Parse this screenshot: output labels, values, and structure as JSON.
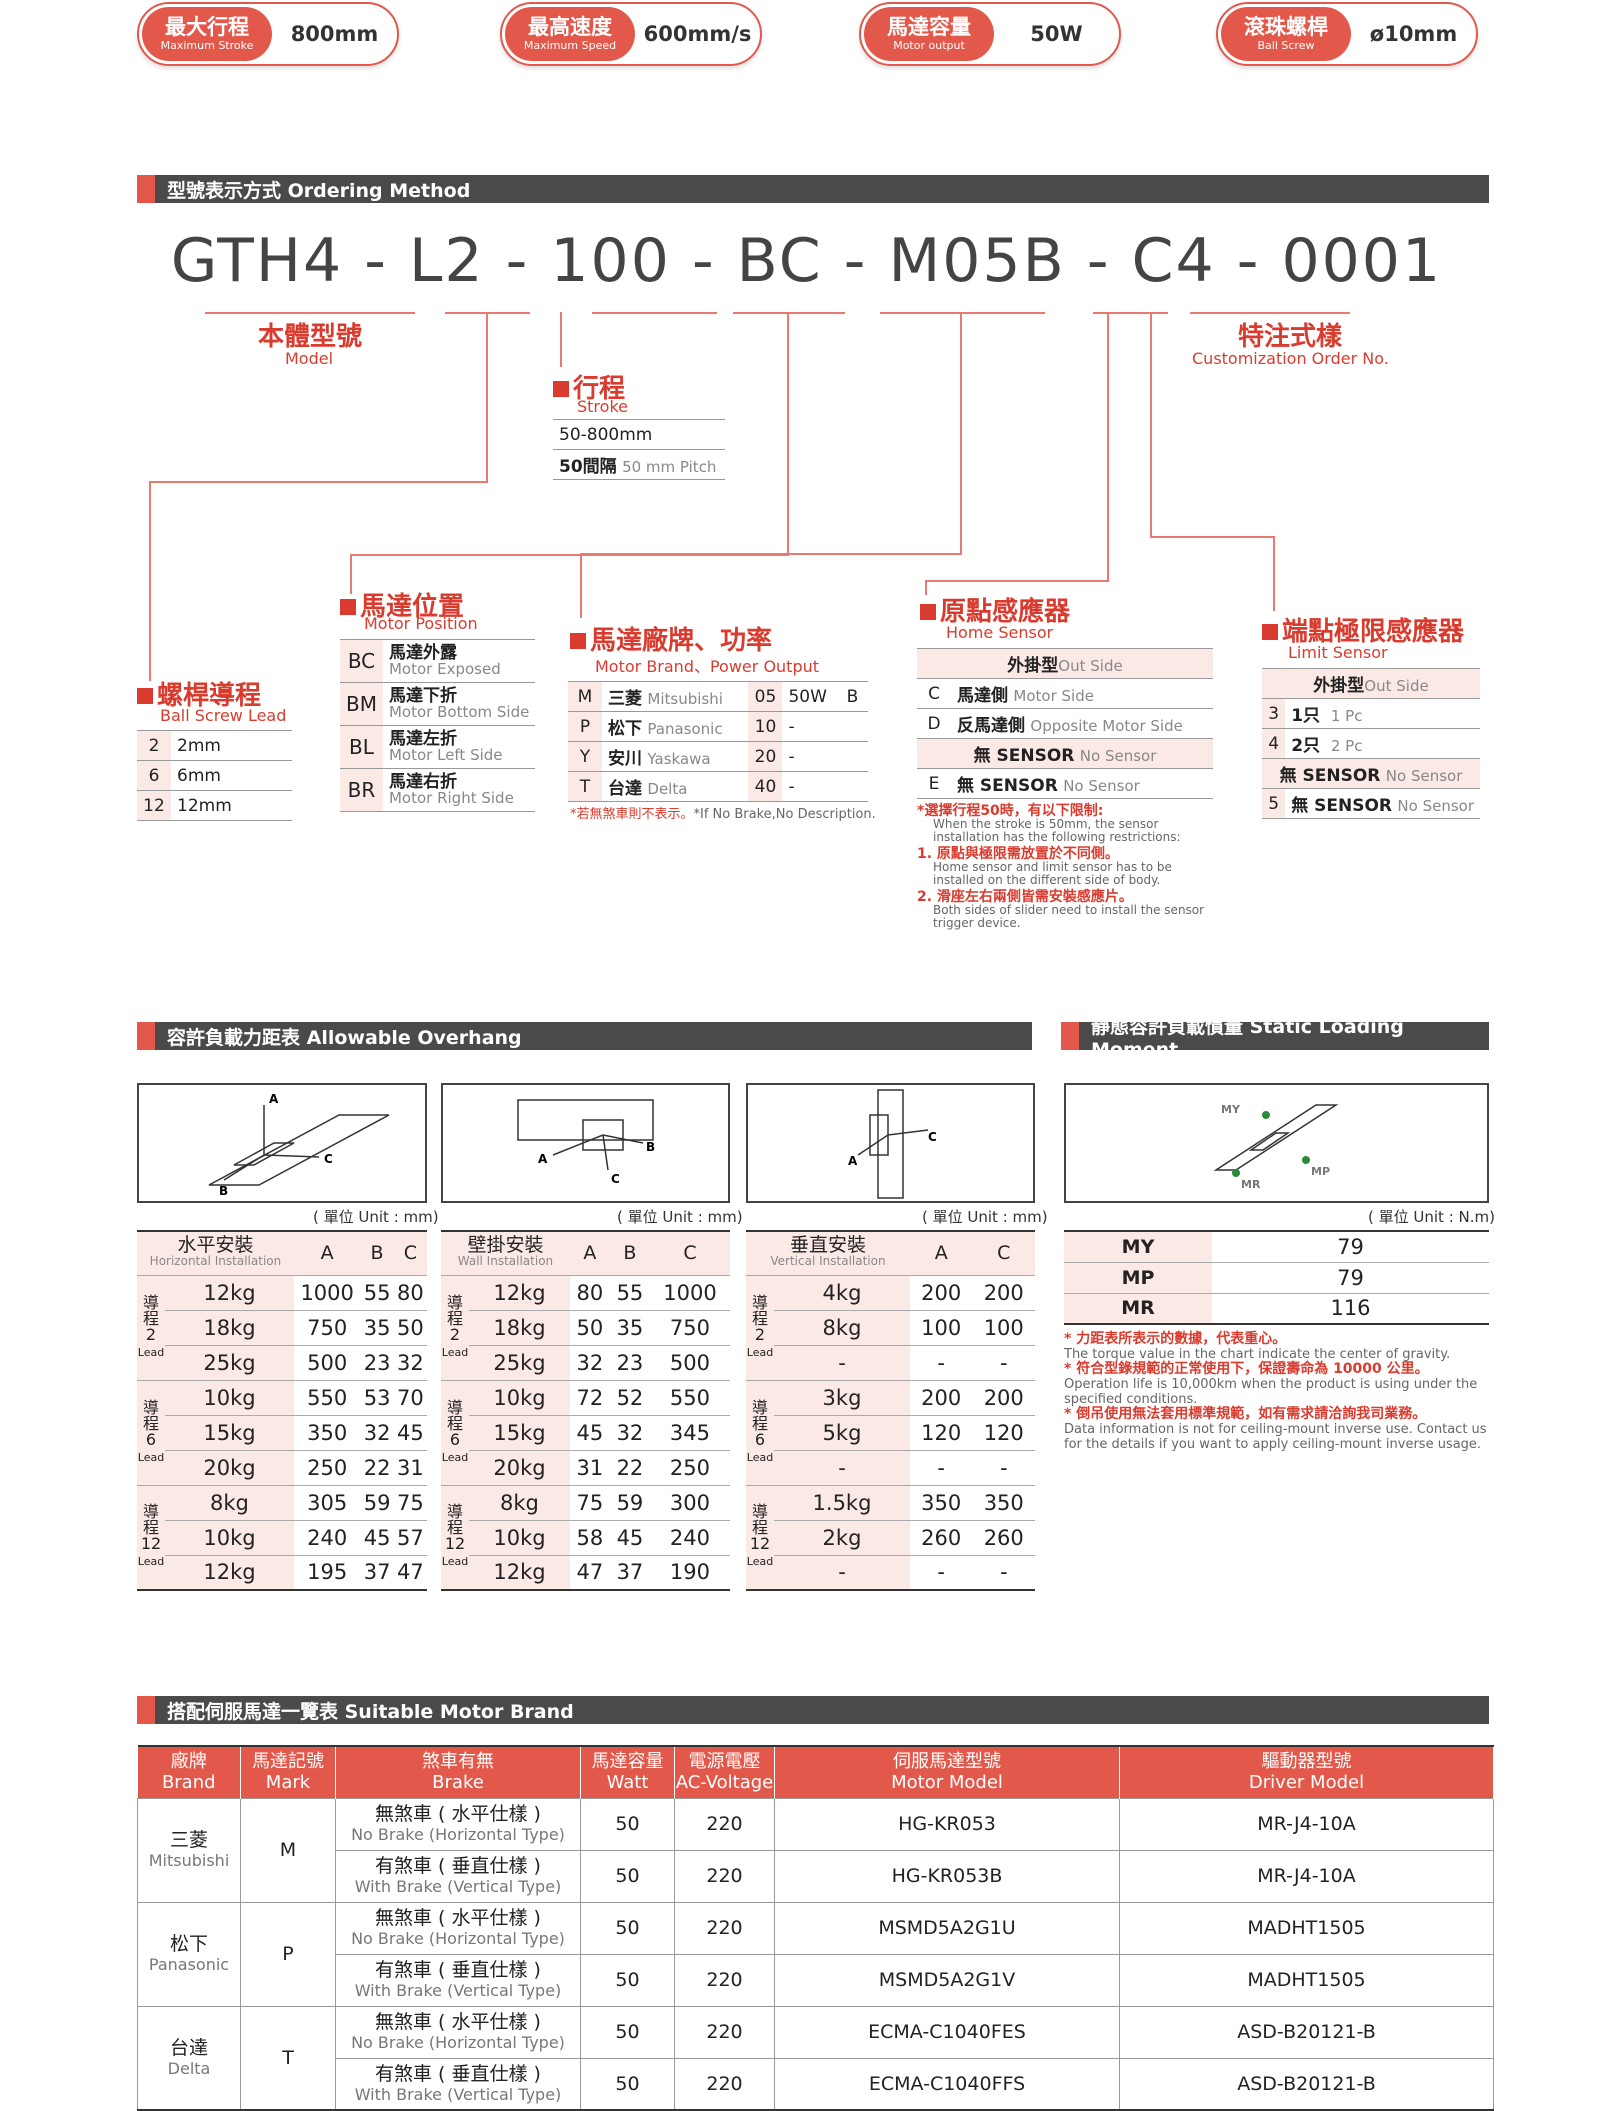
{
  "specs": [
    {
      "zh": "最大行程",
      "en": "Maximum Stroke",
      "value": "800mm"
    },
    {
      "zh": "最高速度",
      "en": "Maximum Speed",
      "value": "600mm/s"
    },
    {
      "zh": "馬達容量",
      "en": "Motor output",
      "value": "50W"
    },
    {
      "zh": "滾珠螺桿",
      "en": "Ball Screw",
      "value": "ø10mm"
    }
  ],
  "ordering": {
    "bar": "型號表示方式 Ordering Method",
    "code": [
      "GTH4",
      "L2",
      "100",
      "BC",
      "M05B",
      "C4",
      "0001"
    ],
    "model_zh": "本體型號",
    "model_en": "Model",
    "custom_zh": "特注式樣",
    "custom_en": "Customization Order No.",
    "stroke_zh": "行程",
    "stroke_en": "Stroke",
    "stroke_range": "50-800mm",
    "stroke_pitch_zh": "50間隔",
    "stroke_pitch_en": "50 mm Pitch",
    "lead_zh": "螺桿導程",
    "lead_en": "Ball Screw Lead",
    "leads": [
      {
        "k": "2",
        "v": "2mm"
      },
      {
        "k": "6",
        "v": "6mm"
      },
      {
        "k": "12",
        "v": "12mm"
      }
    ],
    "pos_zh": "馬達位置",
    "pos_en": "Motor Position",
    "positions": [
      {
        "k": "BC",
        "zh": "馬達外露",
        "en": "Motor Exposed"
      },
      {
        "k": "BM",
        "zh": "馬達下折",
        "en": "Motor Bottom Side"
      },
      {
        "k": "BL",
        "zh": "馬達左折",
        "en": "Motor Left Side"
      },
      {
        "k": "BR",
        "zh": "馬達右折",
        "en": "Motor Right Side"
      }
    ],
    "brand_zh": "馬達廠牌、功率",
    "brand_en": "Motor Brand、Power Output",
    "brands": [
      {
        "k": "M",
        "zh": "三菱",
        "en": "Mitsubishi",
        "p": "05",
        "w": "50W",
        "b": "B"
      },
      {
        "k": "P",
        "zh": "松下",
        "en": "Panasonic",
        "p": "10",
        "w": "-",
        "b": ""
      },
      {
        "k": "Y",
        "zh": "安川",
        "en": "Yaskawa",
        "p": "20",
        "w": "-",
        "b": ""
      },
      {
        "k": "T",
        "zh": "台達",
        "en": "Delta",
        "p": "40",
        "w": "-",
        "b": ""
      }
    ],
    "brand_note_zh": "*若無煞車則不表示。",
    "brand_note_en": "*If No Brake,No Description.",
    "home_zh": "原點感應器",
    "home_en": "Home Sensor",
    "home_head_zh": "外掛型",
    "home_head_en": "Out Side",
    "home_rows": [
      {
        "k": "C",
        "zh": "馬達側",
        "en": "Motor Side"
      },
      {
        "k": "D",
        "zh": "反馬達側",
        "en": "Opposite Motor Side"
      }
    ],
    "home_none_zh": "無 SENSOR",
    "home_none_en": "No Sensor",
    "home_e": {
      "k": "E",
      "zh": "無  SENSOR",
      "en": "No Sensor"
    },
    "notes": [
      {
        "zh": "*選擇行程50時，有以下限制:",
        "en": "When the stroke is 50mm, the sensor installation has the following restrictions:"
      },
      {
        "zh": "1. 原點與極限需放置於不同側。",
        "en": "Home sensor and limit sensor has to be installed on the different side of body."
      },
      {
        "zh": "2. 滑座左右兩側皆需安裝感應片。",
        "en": "Both sides of slider need to install the sensor trigger device."
      }
    ],
    "limit_zh": "端點極限感應器",
    "limit_en": "Limit Sensor",
    "limit_head_zh": "外掛型",
    "limit_head_en": "Out Side",
    "limit_rows": [
      {
        "k": "3",
        "zh": "1只",
        "en": "1 Pc"
      },
      {
        "k": "4",
        "zh": "2只",
        "en": "2 Pc"
      }
    ],
    "limit_none_zh": "無 SENSOR",
    "limit_none_en": "No Sensor",
    "limit_5": {
      "k": "5",
      "zh": "無 SENSOR",
      "en": "No Sensor"
    }
  },
  "overhang": {
    "bar": "容許負載力距表 Allowable Overhang",
    "unit": "( 單位 Unit : mm)",
    "tables": [
      {
        "zh": "水平安裝",
        "en": "Horizontal Installation",
        "cols": [
          "A",
          "B",
          "C"
        ],
        "groups": [
          {
            "lead": "2",
            "rows": [
              [
                "12kg",
                "1000",
                "55",
                "80"
              ],
              [
                "18kg",
                "750",
                "35",
                "50"
              ],
              [
                "25kg",
                "500",
                "23",
                "32"
              ]
            ]
          },
          {
            "lead": "6",
            "rows": [
              [
                "10kg",
                "550",
                "53",
                "70"
              ],
              [
                "15kg",
                "350",
                "32",
                "45"
              ],
              [
                "20kg",
                "250",
                "22",
                "31"
              ]
            ]
          },
          {
            "lead": "12",
            "rows": [
              [
                "8kg",
                "305",
                "59",
                "75"
              ],
              [
                "10kg",
                "240",
                "45",
                "57"
              ],
              [
                "12kg",
                "195",
                "37",
                "47"
              ]
            ]
          }
        ]
      },
      {
        "zh": "壁掛安裝",
        "en": "Wall Installation",
        "cols": [
          "A",
          "B",
          "C"
        ],
        "groups": [
          {
            "lead": "2",
            "rows": [
              [
                "12kg",
                "80",
                "55",
                "1000"
              ],
              [
                "18kg",
                "50",
                "35",
                "750"
              ],
              [
                "25kg",
                "32",
                "23",
                "500"
              ]
            ]
          },
          {
            "lead": "6",
            "rows": [
              [
                "10kg",
                "72",
                "52",
                "550"
              ],
              [
                "15kg",
                "45",
                "32",
                "345"
              ],
              [
                "20kg",
                "31",
                "22",
                "250"
              ]
            ]
          },
          {
            "lead": "12",
            "rows": [
              [
                "8kg",
                "75",
                "59",
                "300"
              ],
              [
                "10kg",
                "58",
                "45",
                "240"
              ],
              [
                "12kg",
                "47",
                "37",
                "190"
              ]
            ]
          }
        ]
      },
      {
        "zh": "垂直安裝",
        "en": "Vertical Installation",
        "cols": [
          "A",
          "C"
        ],
        "groups": [
          {
            "lead": "2",
            "rows": [
              [
                "4kg",
                "200",
                "200"
              ],
              [
                "8kg",
                "100",
                "100"
              ],
              [
                "-",
                "-",
                "-"
              ]
            ]
          },
          {
            "lead": "6",
            "rows": [
              [
                "3kg",
                "200",
                "200"
              ],
              [
                "5kg",
                "120",
                "120"
              ],
              [
                "-",
                "-",
                "-"
              ]
            ]
          },
          {
            "lead": "12",
            "rows": [
              [
                "1.5kg",
                "350",
                "350"
              ],
              [
                "2kg",
                "260",
                "260"
              ],
              [
                "-",
                "-",
                "-"
              ]
            ]
          }
        ]
      }
    ],
    "lead_zh": [
      "導",
      "程"
    ],
    "lead_en": "Lead"
  },
  "moment": {
    "bar": "靜態容許負載慣量 Static Loading Moment",
    "unit": "( 單位 Unit : N.m)",
    "rows": [
      {
        "k": "MY",
        "v": "79"
      },
      {
        "k": "MP",
        "v": "79"
      },
      {
        "k": "MR",
        "v": "116"
      }
    ],
    "notes": [
      {
        "zh": "* 力距表所表示的數據，代表重心。",
        "en": "The torque value in the chart indicate the center of gravity."
      },
      {
        "zh": "* 符合型錄規範的正常使用下，保證壽命為 10000 公里。",
        "en": "Operation life is 10,000km when the product is using under the specified conditions."
      },
      {
        "zh": "* 倒吊使用無法套用標準規範，如有需求請洽詢我司業務。",
        "en": "Data information is not for ceiling-mount inverse use. Contact us for the details if you want to apply ceiling-mount inverse usage."
      }
    ]
  },
  "motors": {
    "bar": "搭配伺服馬達一覽表 Suitable Motor Brand",
    "headers": [
      {
        "zh": "廠牌",
        "en": "Brand"
      },
      {
        "zh": "馬達記號",
        "en": "Mark"
      },
      {
        "zh": "煞車有無",
        "en": "Brake"
      },
      {
        "zh": "馬達容量",
        "en": "Watt"
      },
      {
        "zh": "電源電壓",
        "en": "AC-Voltage"
      },
      {
        "zh": "伺服馬達型號",
        "en": "Motor Model"
      },
      {
        "zh": "驅動器型號",
        "en": "Driver Model"
      }
    ],
    "brands": [
      {
        "zh": "三菱",
        "en": "Mitsubishi",
        "mark": "M",
        "rows": [
          {
            "bzh": "無煞車 ( 水平仕樣 )",
            "ben": "No Brake (Horizontal Type)",
            "w": "50",
            "v": "220",
            "m": "HG-KR053",
            "d": "MR-J4-10A"
          },
          {
            "bzh": "有煞車 ( 垂直仕樣 )",
            "ben": "With Brake (Vertical Type)",
            "w": "50",
            "v": "220",
            "m": "HG-KR053B",
            "d": "MR-J4-10A"
          }
        ]
      },
      {
        "zh": "松下",
        "en": "Panasonic",
        "mark": "P",
        "rows": [
          {
            "bzh": "無煞車 ( 水平仕樣 )",
            "ben": "No Brake (Horizontal Type)",
            "w": "50",
            "v": "220",
            "m": "MSMD5A2G1U",
            "d": "MADHT1505"
          },
          {
            "bzh": "有煞車 ( 垂直仕樣 )",
            "ben": "With Brake (Vertical Type)",
            "w": "50",
            "v": "220",
            "m": "MSMD5A2G1V",
            "d": "MADHT1505"
          }
        ]
      },
      {
        "zh": "台達",
        "en": "Delta",
        "mark": "T",
        "rows": [
          {
            "bzh": "無煞車 ( 水平仕樣 )",
            "ben": "No Brake (Horizontal Type)",
            "w": "50",
            "v": "220",
            "m": "ECMA-C1040FES",
            "d": "ASD-B20121-B"
          },
          {
            "bzh": "有煞車 ( 垂直仕樣 )",
            "ben": "With Brake (Vertical Type)",
            "w": "50",
            "v": "220",
            "m": "ECMA-C1040FFS",
            "d": "ASD-B20121-B"
          }
        ]
      }
    ]
  },
  "colors": {
    "accent": "#e2594b",
    "bar": "#4a4a4a",
    "pink": "#fbe9e6",
    "red_text": "#d93c2f"
  }
}
